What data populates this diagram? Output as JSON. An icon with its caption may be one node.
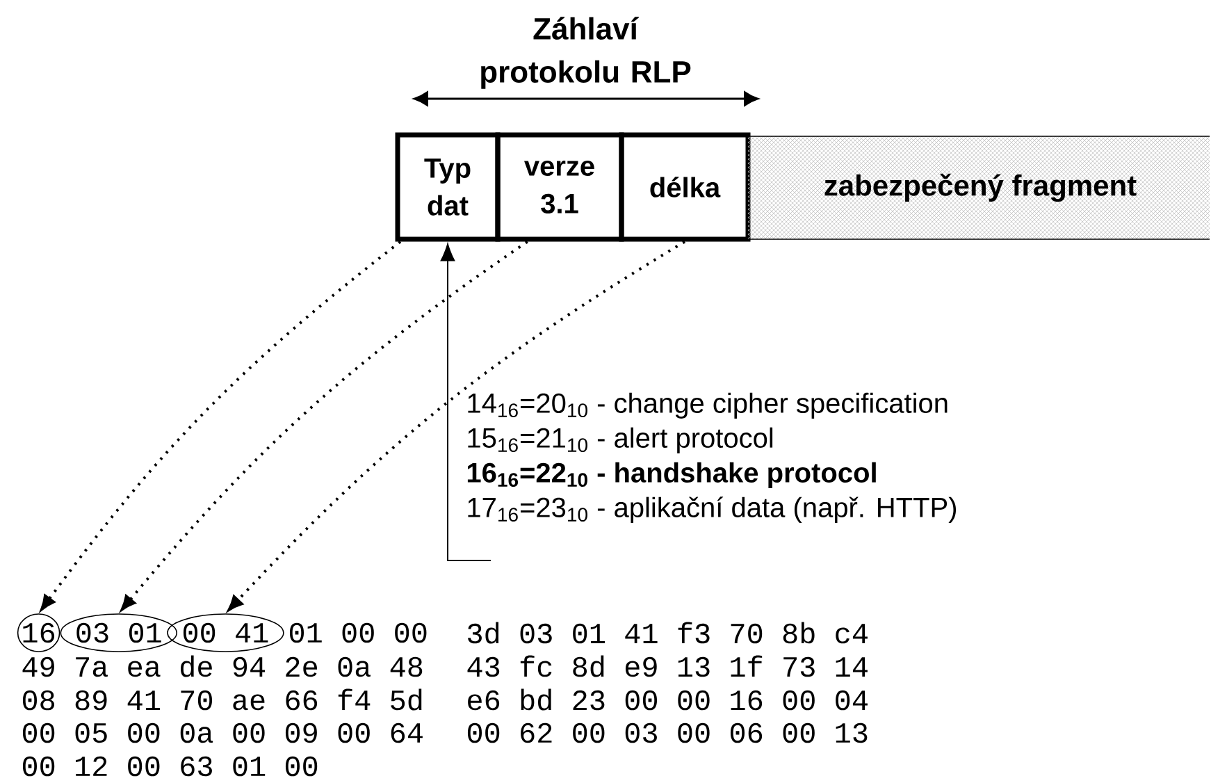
{
  "diagram": {
    "title": "Záhlaví protokolu RLP",
    "nodes": [
      {
        "text": [
          "Typ dat"
        ]
      },
      {
        "text": [
          "verze 3.1"
        ]
      },
      {
        "text": [
          "délka"
        ]
      },
      {
        "text": [
          "zabezpečený fragment"
        ]
      },
      {
        "text": [
          "16"
        ]
      },
      {
        "text": [
          "03 01"
        ]
      },
      {
        "text": [
          "00 41"
        ]
      },
      {
        "text": [
          "14$_{16}$=20$_{10}$ - change cipher specification",
          "15$_{16}$=21$_{10}$ - alert protocol",
          "16$_{16}$=22$_{10}$ - handshake protocol",
          "17$_{16}$=23$_{10}$ - aplikační data (např. HTTP)"
        ]
      }
    ],
    "edges": [
      {
        "from": 0,
        "to": 4,
        "arrow": "to",
        "style": "dashed"
      },
      {
        "from": 1,
        "to": 5,
        "arrow": "to",
        "style": "dashed"
      },
      {
        "from": 2,
        "to": 6,
        "arrow": "to",
        "style": "dashed"
      },
      {
        "from": 7,
        "to": 0,
        "arrow": "to"
      }
    ],
    "labels": [
      "01 00 00",
      "3d 03 01 41 f3 70 8b c4",
      "49 7a ea de 94 2e 0a 48",
      "43 fc 8d e9 13 1f 73 14",
      "08 89 41 70 ae 66 f4 5d",
      "e6 bd 23 00 00 16 00 04",
      "00 05 00 0a 00 09 00 64",
      "00 62 00 03 00 06 00 13",
      "00 12 00 63 01 00"
    ]
  }
}
